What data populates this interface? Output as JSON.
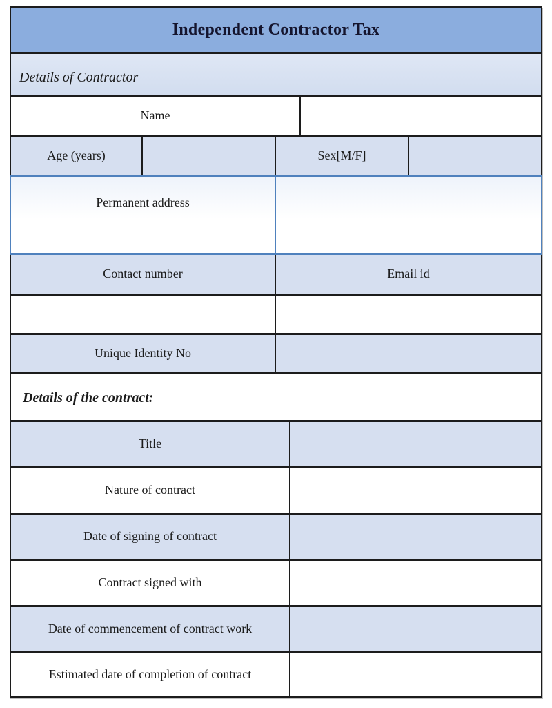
{
  "title": "Independent Contractor Tax",
  "contractor_section": {
    "heading": "Details of Contractor",
    "name_label": "Name",
    "age_label": "Age (years)",
    "sex_label": "Sex[M/F]",
    "permanent_address_label": "Permanent address",
    "contact_number_label": "Contact number",
    "email_label": "Email id",
    "unique_identity_label": "Unique Identity No"
  },
  "contract_section": {
    "heading": "Details of the contract:",
    "rows": [
      "Title",
      "Nature of contract",
      "Date of signing of contract",
      "Contract signed with",
      "Date of commencement of contract work",
      "Estimated date of completion of contract"
    ]
  },
  "inputs": {
    "name_value": "",
    "age_value": "",
    "sex_value": "",
    "permanent_address_value": "",
    "contact_number_value": "",
    "email_value": "",
    "unique_identity_value": "",
    "title_value": "",
    "nature_value": "",
    "signing_date_value": "",
    "signed_with_value": "",
    "commencement_date_value": "",
    "completion_date_value": ""
  },
  "colors": {
    "header_bg": "#8badde",
    "band_bg": "#d6dff0",
    "border_dark": "#1c1c1c",
    "address_border_blue": "#4f81bd"
  }
}
